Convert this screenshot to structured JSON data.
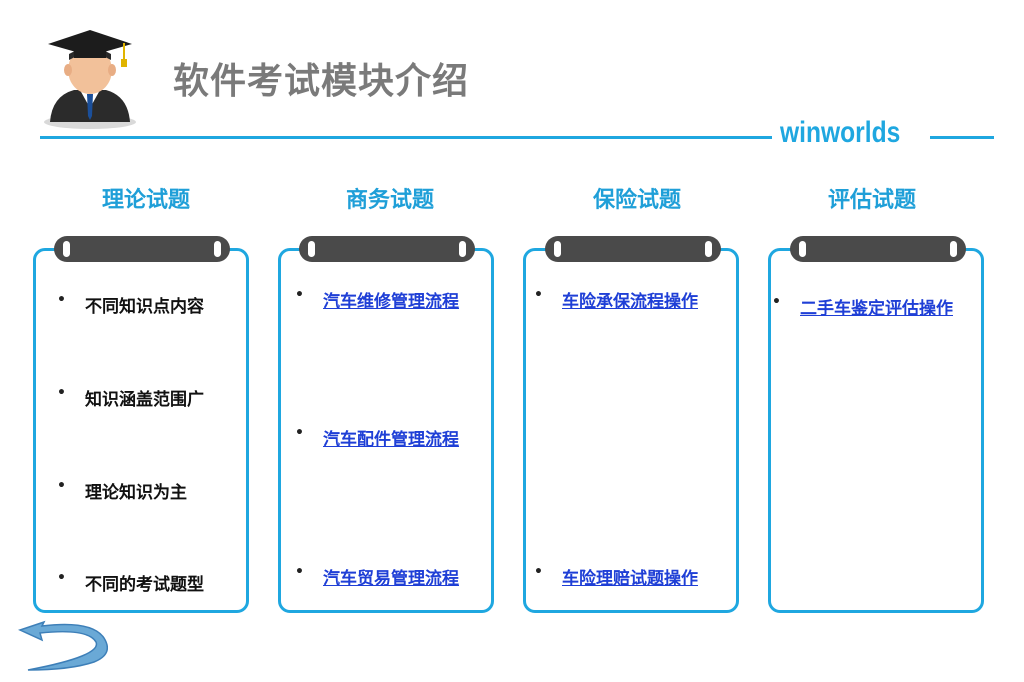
{
  "header": {
    "title": "软件考试模块介绍",
    "brand": "winworlds"
  },
  "colors": {
    "accent": "#1fa7e0",
    "title_gray": "#7a7a7a",
    "link": "#1f3fd6",
    "clip": "#4a4a4a"
  },
  "columns": [
    {
      "title": "理论试题",
      "items": [
        "不同知识点内容",
        "知识涵盖范围广",
        "理论知识为主",
        "不同的考试题型"
      ]
    },
    {
      "title": "商务试题",
      "items": [
        "汽车维修管理流程",
        "汽车配件管理流程",
        "汽车贸易管理流程"
      ]
    },
    {
      "title": "保险试题",
      "items": [
        "车险承保流程操作",
        "车险理赔试题操作"
      ]
    },
    {
      "title": "评估试题",
      "items": [
        "二手车鉴定评估操作"
      ]
    }
  ],
  "icons": {
    "avatar": "graduate-avatar-icon",
    "back": "back-arrow-icon"
  }
}
